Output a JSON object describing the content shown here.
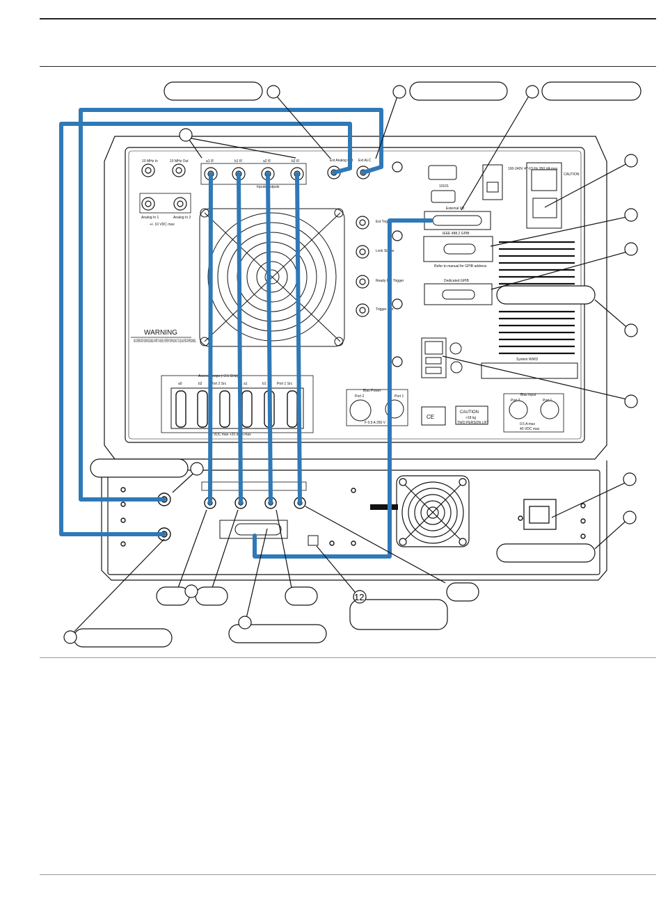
{
  "figure": {
    "callout_number": "12"
  },
  "instrument_labels": {
    "ref_in": "10 MHz In",
    "ref_out": "10 MHz Out",
    "if_ports": [
      "a1 IF",
      "b1 IF",
      "a2 IF",
      "b2 IF"
    ],
    "inputs_outputs": "Inputs/Outputs",
    "ext_analog_out": "Ext Analog Out",
    "ext_alc": "Ext ALC",
    "analog_in_1": "Analog In 1",
    "analog_in_2": "Analog In 2",
    "analog_limit": "+/- 10 VDC max",
    "ext_trigger": "Ext Trigger",
    "lock_status": "Lock Status",
    "ready_for_trigger": "Ready For Trigger",
    "trigger_out": "Trigger Out",
    "serial_port": "10101",
    "external_io": "External I/O",
    "gpib": "IEEE 488.2 GPIB",
    "gpib_note": "Refer to manual for GPIB address",
    "dedicated_gpib": "Dedicated GPIB",
    "system_label": "System WWD",
    "warning_title": "WARNING",
    "warning_text": "NO OPERATOR SERVICEABLE PARTS INSIDE. REFER SERVICING TO QUALIFIED PERSONNEL.",
    "access_loops": "Access Loops (+2.5 GHz)",
    "loop_labels": [
      "a0",
      "b2",
      "Port 2 Src",
      "a1",
      "b1",
      "Port 1 Src"
    ],
    "loop_limit": "10 VDC max  +20 dBm max",
    "bias_power": "Bias Power",
    "bias_port_2": "Port 2",
    "bias_port_1": "Port 1",
    "fuse": "F 0.5 A 250 V",
    "bias_input": "Bias Input",
    "bias_input_port_2": "Port 2",
    "bias_input_port_1": "Port 1",
    "bias_input_limit_1": "0.5 A max",
    "bias_input_limit_2": "40 VDC max",
    "caution": "CAUTION",
    "weight": ">18 kg",
    "lift": "TWO PERSON LIFT",
    "ce_mark": "CE",
    "power_caution": "CAUTION",
    "power_rating": "100-240V 47-63 Hz 350 VA max"
  },
  "colors": {
    "cable": "#2f79b7",
    "line": "#111111"
  }
}
